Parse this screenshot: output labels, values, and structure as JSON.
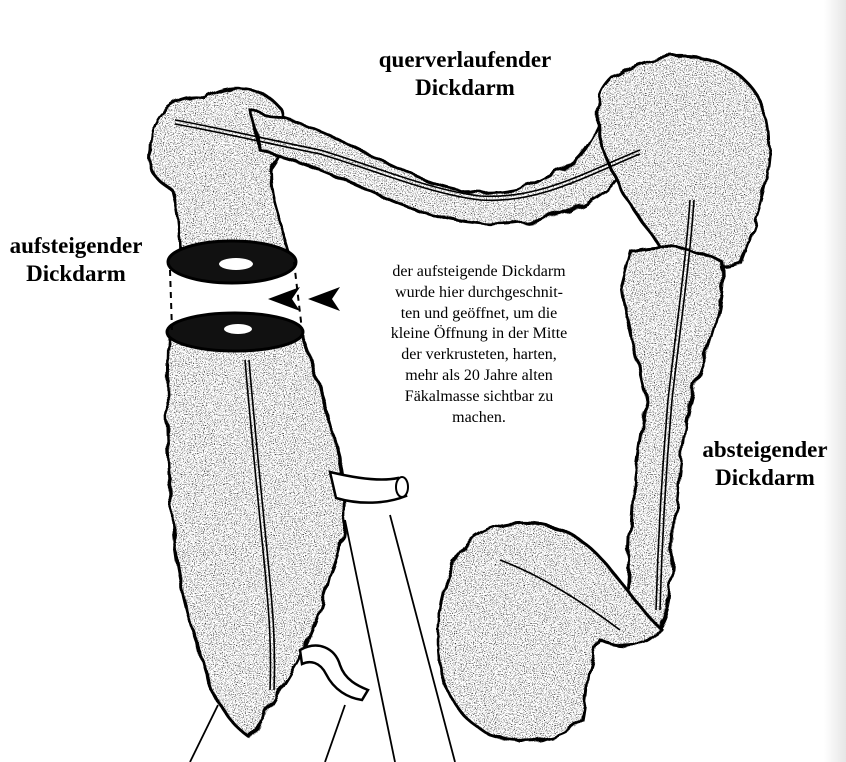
{
  "labels": {
    "transverse": [
      "querverlaufender",
      "Dickdarm"
    ],
    "ascending": [
      "aufsteigender",
      "Dickdarm"
    ],
    "descending": [
      "absteigender",
      "Dickdarm"
    ]
  },
  "caption": [
    "der aufsteigende Dickdarm",
    "wurde hier durchgeschnit-",
    "ten und geöffnet, um die",
    "kleine Öffnung in der Mitte",
    "der verkrusteten, harten,",
    "mehr als 20 Jahre alten",
    "Fäkalmasse sichtbar zu",
    "machen."
  ]
}
